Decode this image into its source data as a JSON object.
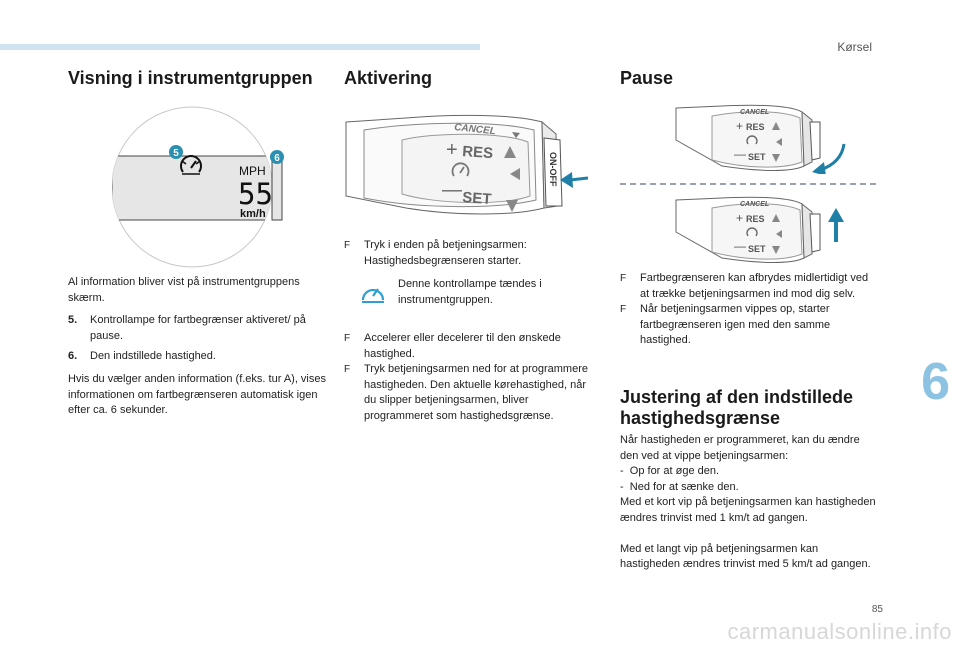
{
  "header": {
    "section": "Kørsel",
    "chapter": "6",
    "page": "85"
  },
  "watermark": "carmanualsonline.info",
  "col1": {
    "title": "Visning i instrumentgruppen",
    "display": {
      "badge5": "5",
      "badge6": "6",
      "unit_top": "MPH",
      "speed": "55",
      "unit_bottom": "km/h"
    },
    "intro": "Al information bliver vist på instrumentgruppens skærm.",
    "items": [
      {
        "n": "5.",
        "text": "Kontrollampe for fartbegrænser aktiveret/ på pause."
      },
      {
        "n": "6.",
        "text": "Den indstillede hastighed."
      }
    ],
    "note": "Hvis du vælger anden information (f.eks. tur A), vises informationen om fartbegrænseren automatisk igen efter ca. 6 sekunder."
  },
  "col2": {
    "title": "Aktivering",
    "lever": {
      "cancel": "CANCEL",
      "res": "RES",
      "set": "SET",
      "onoff": "ON-OFF"
    },
    "step1": "Tryk i enden på betjeningsarmen: Hastighedsbegrænseren starter.",
    "lamp_text": "Denne kontrollampe tændes i instrumentgruppen.",
    "steps": [
      "Accelerer eller decelerer til den ønskede hastighed.",
      "Tryk betjeningsarmen ned for at programmere hastigheden. Den aktuelle kørehastighed, når du slipper betjeningsarmen, bliver programmeret som hastighedsgrænse."
    ]
  },
  "col3": {
    "title": "Pause",
    "lever": {
      "cancel": "CANCEL",
      "res": "RES",
      "set": "SET"
    },
    "steps": [
      "Fartbegrænseren kan afbrydes midlertidigt ved at trække betjeningsarmen ind mod dig selv.",
      "Når betjeningsarmen vippes op, starter fartbegrænseren igen med den samme hastighed."
    ],
    "title2": "Justering af den indstillede hastighedsgrænse",
    "para1": "Når hastigheden er programmeret, kan du ændre den ved at vippe betjeningsarmen:",
    "dash_items": [
      "Op for at øge den.",
      "Ned for at sænke den."
    ],
    "para2": "Med et kort vip på betjeningsarmen kan hastigheden ændres trinvist med 1 km/t ad gangen.",
    "para3": "Med et langt vip på betjeningsarmen kan hastigheden ændres trinvist med 5 km/t ad gangen."
  },
  "bullet_symbol": "F",
  "colors": {
    "accent": "#8cc3e3",
    "badge": "#2a8fb0",
    "arrow": "#1f7fa6",
    "lamp": "#2e9fd0"
  }
}
